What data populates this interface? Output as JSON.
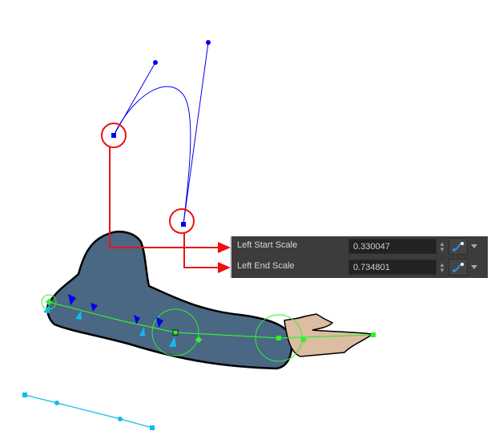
{
  "properties": [
    {
      "label": "Left Start Scale",
      "value": "0.330047"
    },
    {
      "label": "Left End Scale",
      "value": "0.734801"
    }
  ],
  "icons": {
    "spinner": "spin-arrows-icon",
    "function": "function-curve-icon",
    "dropdown": "dropdown-arrow-icon"
  },
  "colors": {
    "panel_bg": "#3c3c3c",
    "callout": "#ee1111",
    "bezier": "#0000ee",
    "deformer": "#33ee33",
    "offset": "#11bbee"
  }
}
